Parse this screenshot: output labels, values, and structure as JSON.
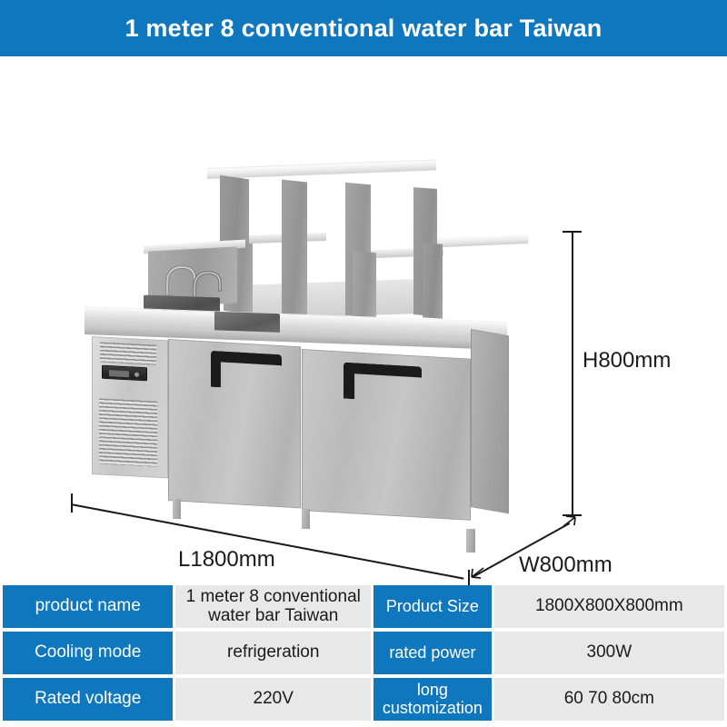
{
  "banner": {
    "title": "1 meter 8 conventional water bar Taiwan",
    "background_color": "#0f77bd",
    "text_color": "#ffffff"
  },
  "product_image": {
    "alt": "stainless steel refrigerated work table water bar with two doors, double sink, dual gooseneck faucets and two-tier overshelf",
    "dimension_labels": {
      "height": "H800mm",
      "length": "L1800mm",
      "width": "W800mm"
    },
    "parts": {
      "door_count": 2,
      "faucet_count": 2,
      "sink_count": 2,
      "leg_count": 3,
      "control_panel": "digital-thermostat"
    }
  },
  "spec_table": {
    "rows": [
      {
        "label_left": "product name",
        "value_left": "1 meter 8 conventional water bar Taiwan",
        "label_right": "Product Size",
        "value_right": "1800X800X800mm"
      },
      {
        "label_left": "Cooling mode",
        "value_left": "refrigeration",
        "label_right": "rated power",
        "value_right": "300W"
      },
      {
        "label_left": "Rated voltage",
        "value_left": "220V",
        "label_right": "long customization",
        "value_right": "60  70  80cm"
      }
    ],
    "label_background": "#0f77bd",
    "value_background": "#e8e8e8"
  }
}
